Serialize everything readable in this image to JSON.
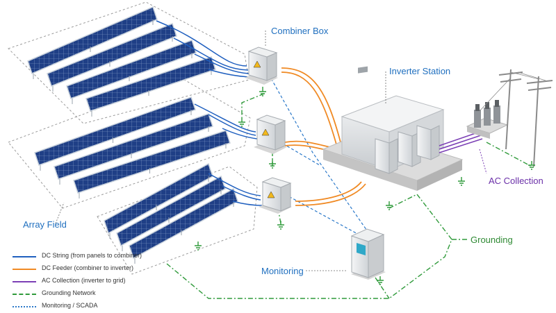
{
  "labels": {
    "combiner_box": "Combiner Box",
    "inverter_station": "Inverter Station",
    "ac_collection": "AC Collection",
    "array_field": "Array Field",
    "grounding": "Grounding",
    "monitoring": "Monitoring"
  },
  "legend": [
    {
      "label": "DC String (from panels to combiner)",
      "color": "#1f5fbf",
      "style": "solid"
    },
    {
      "label": "DC Feeder (combiner to inverter)",
      "color": "#f08a24",
      "style": "solid"
    },
    {
      "label": "AC Collection (inverter to grid)",
      "color": "#7b3fb5",
      "style": "solid"
    },
    {
      "label": "Grounding Network",
      "color": "#2f9a3a",
      "style": "dash-dot"
    },
    {
      "label": "Monitoring / SCADA",
      "color": "#2a78c9",
      "style": "dashed"
    }
  ],
  "colors": {
    "callout_text": "#1f6fbf",
    "ac_text": "#6a2fa8",
    "grounding_text": "#2f8a34",
    "panel_cell": "#1f3f86",
    "panel_frame": "#c9d2dc"
  }
}
